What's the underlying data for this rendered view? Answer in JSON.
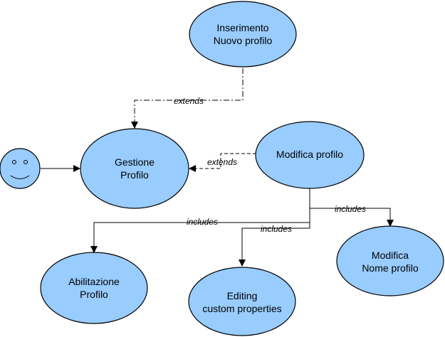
{
  "diagram": {
    "use_cases": {
      "inserimento": [
        "Inserimento",
        "Nuovo profilo"
      ],
      "gestione": [
        "Gestione",
        "Profilo"
      ],
      "modifica": [
        "Modifica profilo"
      ],
      "modifica_nome": [
        "Modifica",
        "Nome profilo"
      ],
      "abilitazione": [
        "Abilitazione",
        "Profilo"
      ],
      "editing": [
        "Editing",
        "custom properties"
      ]
    },
    "relations": {
      "extends_top": "extends",
      "extends_right": "extends",
      "includes_left": "includes",
      "includes_middle": "includes",
      "includes_right": "includes"
    },
    "colors": {
      "use_case_fill": "#99ccff",
      "actor_fill": "#99ccff",
      "stroke": "#000000"
    }
  }
}
